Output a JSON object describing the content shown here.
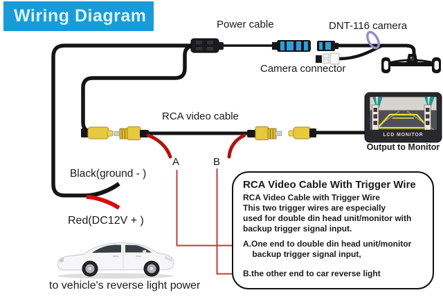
{
  "banner": {
    "label": "Wiring Diagram"
  },
  "labels": {
    "power_cable": "Power cable",
    "camera": "DNT-116 camera",
    "camera_connector": "Camera connector",
    "rca_video_cable": "RCA video cable",
    "output_to_monitor": "Output to Monitor",
    "lcd_monitor": "LCD MONITOR",
    "black_ground": "Black(ground - )",
    "red_power": "Red(DC12V + )",
    "trigger_a": "A",
    "trigger_b": "B",
    "reverse_light_note": "to vehicle's reverse light power"
  },
  "info_box": {
    "title": "RCA Video Cable With Trigger Wire",
    "description": "RCA Video Cable with Trigger Wire\nThis two trigger wires are especially\nused for double din head unit/monitor with\nbackup trigger signal input.",
    "point_a": "A.One end to double din head unit/monitor\n    backup trigger signal input,",
    "point_b": "B.the other end to car reverse light"
  },
  "colors": {
    "banner_bg": "#189BD7",
    "banner_text": "#DCF2FB",
    "cable_black": "#141414",
    "rca_yellow": "#E7C93F",
    "wire_red": "#D40E0E",
    "trigger_wire_red": "#B51212",
    "trigger_line_red": "#C03C3C",
    "connector_blue": "#2E9FD9",
    "loop_purple": "#8E8ECC",
    "monitor_bezel": "#28282D",
    "monitor_flag_teal": "#27968D",
    "guide_line_yellow": "#E6E336"
  }
}
